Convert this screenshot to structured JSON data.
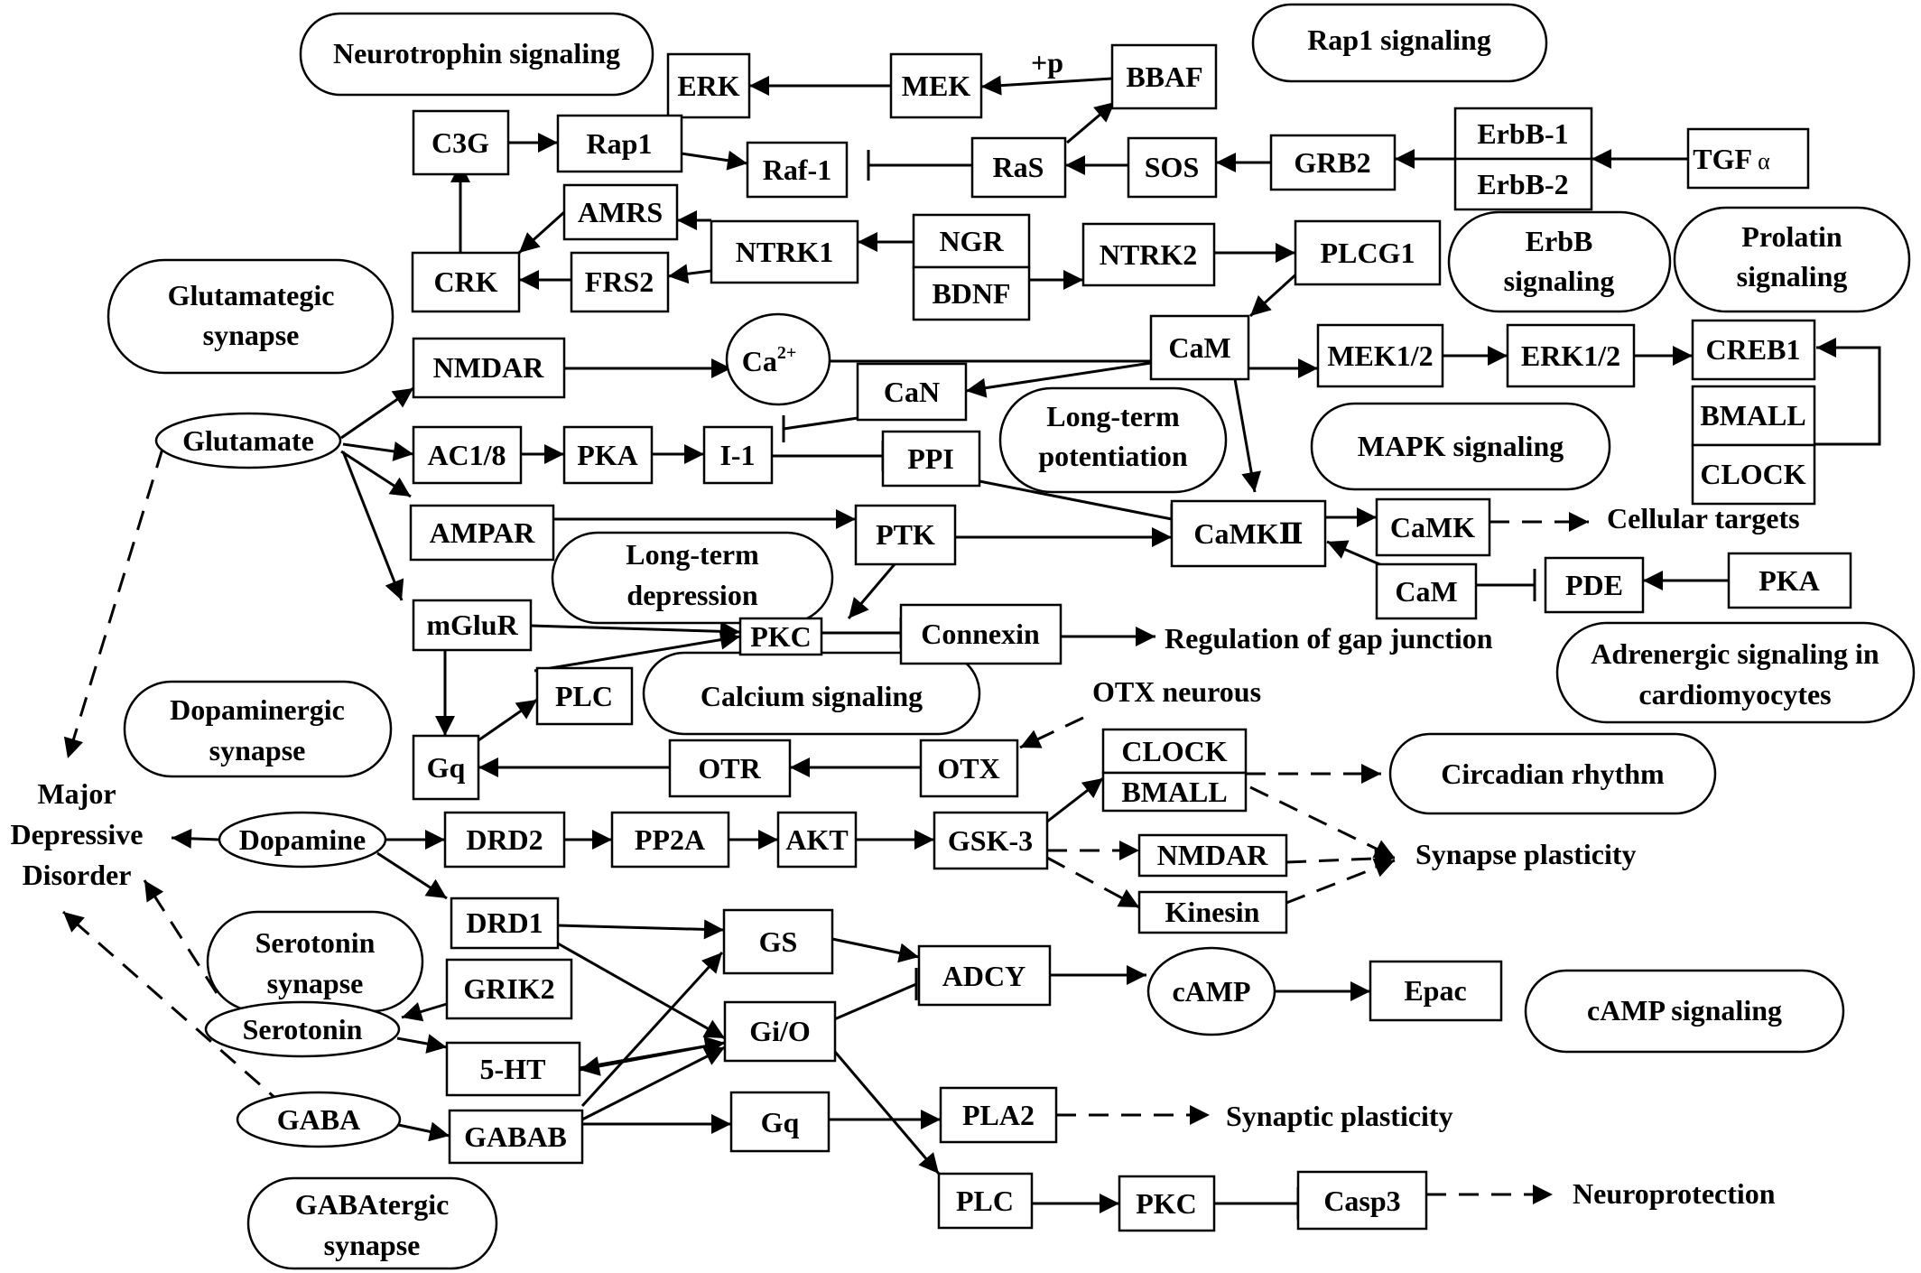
{
  "pathways": {
    "neurotrophin": "Neurotrophin signaling",
    "rap1": "Rap1 signaling",
    "glutamatergic_1": "Glutamategic",
    "glutamatergic_2": "synapse",
    "erbb_1": "ErbB",
    "erbb_2": "signaling",
    "prolactin_1": "Prolatin",
    "prolactin_2": "signaling",
    "ltp_1": "Long-term",
    "ltp_2": "potentiation",
    "mapk": "MAPK signaling",
    "ltd_1": "Long-term",
    "ltd_2": "depression",
    "calcium": "Calcium signaling",
    "adrenergic_1": "Adrenergic signaling in",
    "adrenergic_2": "cardiomyocytes",
    "dopaminergic_1": "Dopaminergic",
    "dopaminergic_2": "synapse",
    "circadian": "Circadian rhythm",
    "serotonin_1": "Serotonin",
    "serotonin_2": "synapse",
    "camp": "cAMP signaling",
    "gabaergic_1": "GABAtergic",
    "gabaergic_2": "synapse"
  },
  "ligands": {
    "glutamate": "Glutamate",
    "ca": "Ca",
    "ca_sup": "2+",
    "dopamine": "Dopamine",
    "serotonin": "Serotonin",
    "gaba": "GABA",
    "camp": "cAMP"
  },
  "nodes": {
    "erk": "ERK",
    "mek": "MEK",
    "bbaf": "BBAF",
    "plus_p": "+p",
    "c3g": "C3G",
    "rap1": "Rap1",
    "raf1": "Raf-1",
    "ras": "RaS",
    "sos": "SOS",
    "grb2": "GRB2",
    "erbb1": "ErbB-1",
    "erbb2": "ErbB-2",
    "tgfa": "TGF",
    "tgfa_alpha": "α",
    "amrs": "AMRS",
    "ntrk1": "NTRK1",
    "ngr": "NGR",
    "bdnf": "BDNF",
    "ntrk2": "NTRK2",
    "plcg1": "PLCG1",
    "crk": "CRK",
    "frs2": "FRS2",
    "nmdar": "NMDAR",
    "cam1": "CaM",
    "mek12": "MEK1/2",
    "erk12": "ERK1/2",
    "creb1": "CREB1",
    "can": "CaN",
    "bmall1": "BMALL",
    "clock1": "CLOCK",
    "ac18": "AC1/8",
    "pka1": "PKA",
    "i1": "I-1",
    "ppi": "PPI",
    "ampar": "AMPAR",
    "ptk": "PTK",
    "camkii": "CaMKⅡ",
    "camk": "CaMK",
    "cam2": "CaM",
    "pde": "PDE",
    "pka2": "PKA",
    "mglur": "mGluR",
    "pkc1": "PKC",
    "connexin": "Connexin",
    "plc1": "PLC",
    "gq1": "Gq",
    "otr": "OTR",
    "otx": "OTX",
    "clock2": "CLOCK",
    "bmall2": "BMALL",
    "drd2": "DRD2",
    "pp2a": "PP2A",
    "akt": "AKT",
    "gsk3": "GSK-3",
    "nmdar2": "NMDAR",
    "kinesin": "Kinesin",
    "drd1": "DRD1",
    "gs": "GS",
    "adcy": "ADCY",
    "epac": "Epac",
    "grik2": "GRIK2",
    "gio": "Gi/O",
    "ht5": "5-HT",
    "gabab": "GABAB",
    "gq2": "Gq",
    "pla2": "PLA2",
    "plc2": "PLC",
    "pkc2": "PKC",
    "casp3": "Casp3"
  },
  "outcomes": {
    "cellular_targets": "Cellular targets",
    "gap_junction": "Regulation of gap junction",
    "otx_neurons": "OTX neurous",
    "synapse_plasticity": "Synapse plasticity",
    "synaptic_plasticity": "Synaptic plasticity",
    "neuroprotection": "Neuroprotection",
    "mdd_1": "Major",
    "mdd_2": "Depressive",
    "mdd_3": "Disorder"
  }
}
